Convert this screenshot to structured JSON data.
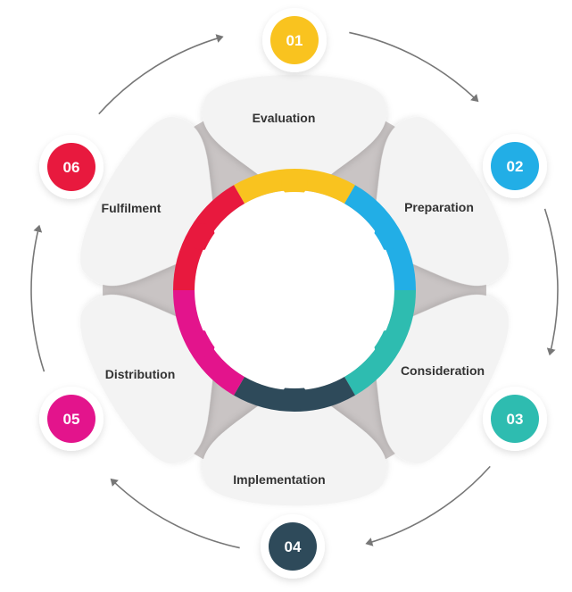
{
  "steps": [
    {
      "number": "01",
      "label": "Evaluation",
      "color": "#F9C31F"
    },
    {
      "number": "02",
      "label": "Preparation",
      "color": "#22AEE6"
    },
    {
      "number": "03",
      "label": "Consideration",
      "color": "#2EBCB0"
    },
    {
      "number": "04",
      "label": "Implementation",
      "color": "#2E4A5A"
    },
    {
      "number": "05",
      "label": "Distribution",
      "color": "#E3148C"
    },
    {
      "number": "06",
      "label": "Fulfilment",
      "color": "#E8193E"
    }
  ],
  "colors": {
    "background": "#FFFFFF",
    "petal": "#F3F3F3",
    "backdrop": "#C9C4C4",
    "arrow": "#777777",
    "label_text": "#333333"
  }
}
